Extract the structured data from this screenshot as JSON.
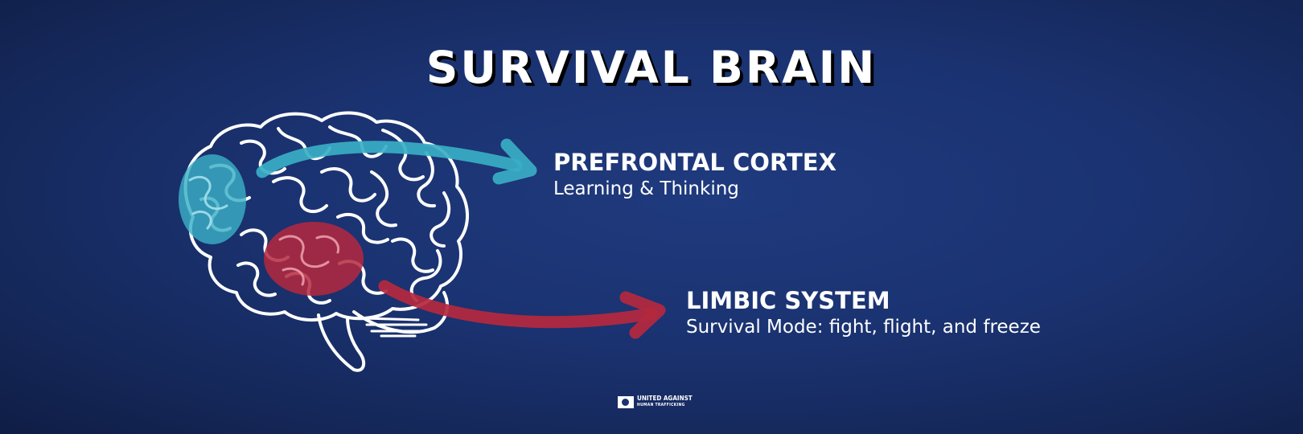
{
  "title": "SURVIVAL BRAIN",
  "regions": [
    {
      "id": "prefrontal-cortex",
      "heading": "PREFRONTAL CORTEX",
      "description": "Learning & Thinking",
      "color": "#3aaec6"
    },
    {
      "id": "limbic-system",
      "heading": "LIMBIC SYSTEM",
      "description": "Survival Mode: fight, flight, and freeze",
      "color": "#b5283e"
    }
  ],
  "logo": {
    "line1": "UNITED AGAINST",
    "line2": "HUMAN TRAFFICKING"
  },
  "colors": {
    "background": "#1a3270",
    "text": "#ffffff"
  }
}
